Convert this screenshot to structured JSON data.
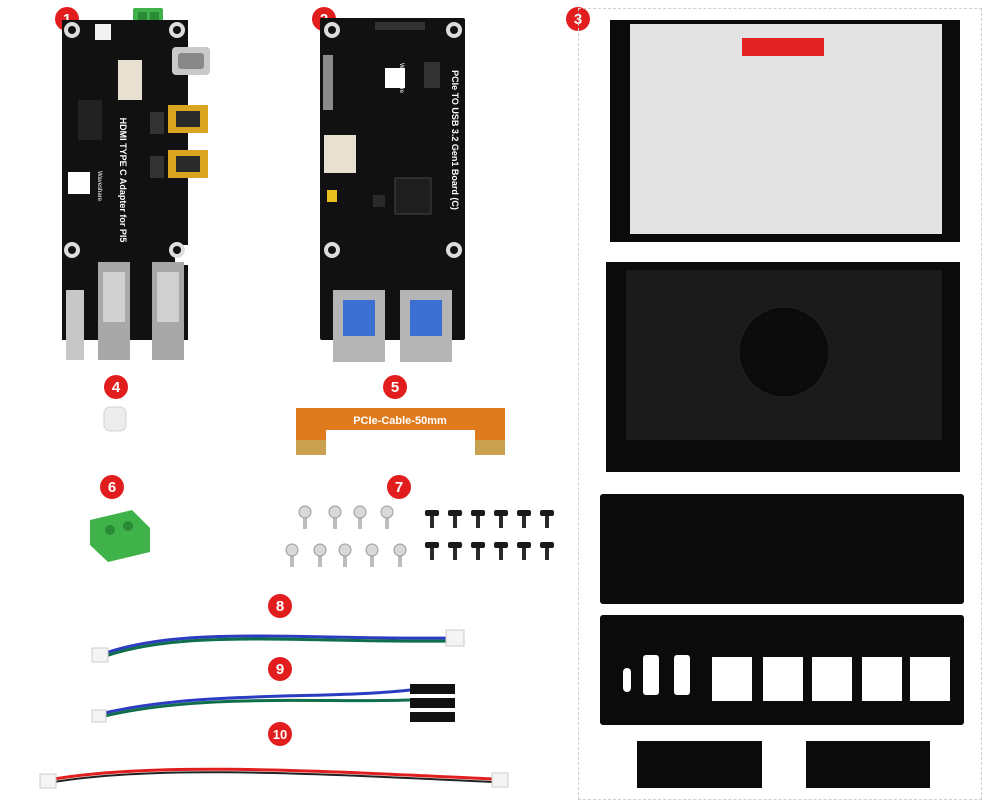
{
  "items": [
    {
      "number": "1",
      "name": "HDMI TYPE C Adapter for Pi5",
      "board_text": "HDMI TYPE C Adapter for PI5",
      "brand": "Waveshare"
    },
    {
      "number": "2",
      "name": "PCIe TO USB 3.2 Gen1 Board (C)",
      "board_text": "PCIe TO USB 3.2 Gen1 Board (C)",
      "brand": "Waveshare"
    },
    {
      "number": "3",
      "name": "metal case"
    },
    {
      "number": "4",
      "name": "light pipe"
    },
    {
      "number": "5",
      "name": "PCIe cable",
      "cable_label": "PCIe-Cable-50mm"
    },
    {
      "number": "6",
      "name": "green terminal block"
    },
    {
      "number": "7",
      "name": "screws"
    },
    {
      "number": "8",
      "name": "cable"
    },
    {
      "number": "9",
      "name": "cable with jumper leads"
    },
    {
      "number": "10",
      "name": "red/black power cable"
    }
  ],
  "colors": {
    "badge": "#e11d1d",
    "pcb": "#111111",
    "terminal_green": "#3fb24a",
    "flex_cable": "#e07a1f",
    "case_black": "#0b0b0b",
    "case_silver": "#e3e3e3"
  }
}
